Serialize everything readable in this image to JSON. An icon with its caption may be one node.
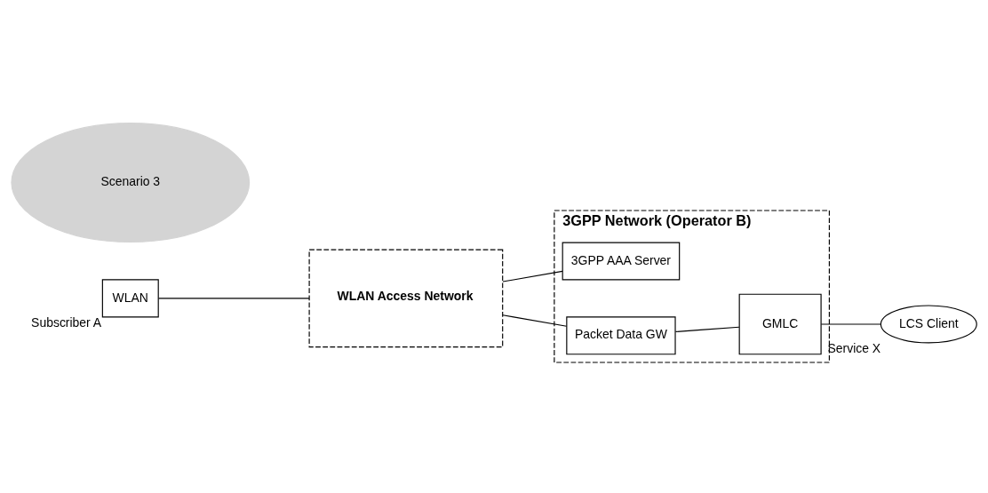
{
  "diagram": {
    "nodes": [
      {
        "text": [
          "WLAN"
        ],
        "beside": [
          "Subscriber A"
        ]
      },
      {
        "text": [
          "WLAN Access Network"
        ]
      },
      {
        "text": [
          "3GPP Network (Operator B)"
        ]
      },
      {
        "text": [
          "3GPP AAA Server"
        ],
        "in": 2
      },
      {
        "text": [
          "Scenario 3"
        ]
      },
      {
        "text": [
          "Packet Data GW"
        ],
        "in": 2
      },
      {
        "text": [
          "GMLC"
        ],
        "in": 2
      },
      {
        "text": [
          "LCS Client"
        ],
        "beside": [
          "Service X"
        ]
      }
    ],
    "edges": [
      {
        "from": 0,
        "to": 1,
        "arrow": "none"
      },
      {
        "from": 1,
        "to": 3,
        "arrow": "none"
      },
      {
        "from": 1,
        "to": 5,
        "arrow": "none"
      },
      {
        "from": 5,
        "to": 6,
        "arrow": "none"
      },
      {
        "from": 6,
        "to": 7,
        "arrow": "none"
      }
    ]
  }
}
